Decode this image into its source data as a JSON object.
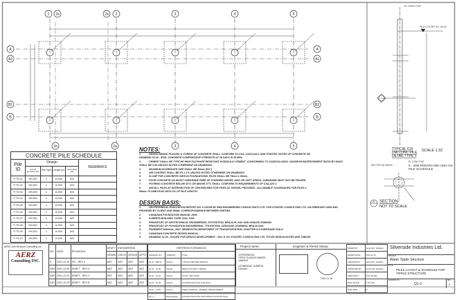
{
  "plan": {
    "top_grid": [
      "1",
      "1b",
      "2a",
      "2",
      "3",
      "4",
      "5"
    ],
    "bottom_grid": [
      "1b",
      "2a",
      "3",
      "4",
      "5"
    ],
    "left_grid": [
      "A",
      "A1",
      "B1",
      "B"
    ],
    "right_grid": [
      "A",
      "A1",
      "B2",
      "B"
    ]
  },
  "detail": {
    "pile_label": "EL CONC PILE",
    "cutoff": "PILE CUTOFF EL. 99.20",
    "typical_title": [
      "TYPICAL 610",
      "DIA CONC PILE",
      "DETAIL TYPE 1"
    ],
    "scale": "SCALE 1:32",
    "section_tag": "A",
    "section_sheet": "-",
    "section_title": "SECTION",
    "section_sub": "NOT TO SCALE",
    "ties": "M10 TIES @ 300mm",
    "rebar": "8 - 20M REBARS MIN UNO ON PILE SCHEDULE",
    "conc_pile": "EL CONC PILE"
  },
  "schedule": {
    "title": "CONCRETE PILE SCHEDULE",
    "headers": {
      "pile_id": "Pile ID",
      "design": "Design",
      "cutoff": "Cut off elevation (m)",
      "type": "Pile Type",
      "length": "Length (m)",
      "grounding": "Grounding pile",
      "remarks": "REMARKS"
    },
    "rows": [
      [
        "P-TS-01",
        "99.200",
        "1",
        "6.000",
        "NO",
        ""
      ],
      [
        "P-TS-02",
        "99.200",
        "1",
        "6.000",
        "NO",
        ""
      ],
      [
        "P-TS-03",
        "99.200",
        "1",
        "6.000",
        "NO",
        ""
      ],
      [
        "P-TS-04",
        "99.200",
        "1",
        "6.000",
        "NO",
        ""
      ],
      [
        "P-TS-05",
        "99.200",
        "1",
        "6.000",
        "NO",
        ""
      ],
      [
        "P-TS-06",
        "99.200",
        "1",
        "6.000",
        "NO",
        ""
      ],
      [
        "P-TS-07",
        "99.200",
        "1",
        "6.000",
        "NO",
        ""
      ],
      [
        "P-TS-08",
        "99.200",
        "1",
        "6.000",
        "NO",
        ""
      ],
      [
        "P-TS-09",
        "99.200",
        "1",
        "6.000",
        "NO",
        ""
      ],
      [
        "P-TS-10",
        "99.200",
        "1",
        "6.000",
        "NO",
        ""
      ]
    ]
  },
  "notes": {
    "title": "NOTES:",
    "items": [
      [
        "1.",
        "DESIGN MIXING PLACING & CURING OF CONCRETE SHALL CONFORM TO CSA -CA23-A23.1 AND STANTEC NOTES OF CONCRETE ON"
      ],
      [
        "",
        "DRAWING S1.00 - IFDD. CONCRETE COMPRESSIVE STRENGTH AT 28 DAYS IS 35 MPa."
      ],
      [
        "2.",
        "CEMENT SHALL BE TYPE HS HIGH SULPHATE RESISTANT HYDRAULIC CEMENT, CONFORMING TO CAN/CSA A3001. MAXIMUM WATER/CEMENT RATIO BY MASS"
      ],
      [
        "",
        "SHALL BE 0.45 UNLESS NOTED OTHERWISE ON DRAWINGS."
      ],
      [
        "3.",
        "MAXIMUM AGGREGATE SIZE SHALL BE 20mm (3/4\")."
      ],
      [
        "4.",
        "AIR CONTENT SHALL BE 6% ± 1% UNLESS NOTED OTHERWISE ON DRAWINGS."
      ],
      [
        "5.",
        "SLUMP FOR CONCRETE USED IN FOUNDATIONS, PILES SHALL BE 75mm ± 25mm."
      ],
      [
        "6.",
        "POUR CONCRETE ON MOIST SUBGRADE FREE OF STANDING WATER, MUD OR SOFT AREAS. SUBGRADE MUST NOT BE FROZEN"
      ],
      [
        "7.",
        "POURING CONCRETE BELOW 10°C OR ABOVE 27°C SHALL CONFORM TO REQUIREMENTS OF CSA-A23.1."
      ],
      [
        "8.",
        "INSTALL PILES AT INTERSECTION OF CENTRELINES FOR PILES AS SHOWN. PROVIDED - ALLOWABLE TOLERANCES FOR PILES ±"
      ],
      [
        "",
        "50mm. PLUMB PILES WITH 2% OF PILE LENGTH."
      ]
    ]
  },
  "design_basis": {
    "title": "DESIGN BASIS:",
    "items": [
      [
        "1.",
        "GEOTECHNICAL EVALUATION REPORT NO. LC01345 BY EBA ENGINEERING CONSULTANTS LTD. FOR STANTEC CONSULTING LTD. ON FEBRUARY 2009 AND"
      ],
      [
        "",
        "PROVIDED BY CLIENT AND EMAIL CORRESPONDENCE BETWEEN PARTIES."
      ],
      [
        "2.",
        "CANADIAN FOUNDATION MANUAL 2006."
      ],
      [
        "3.",
        "ALBERTA BUILDING CODE 2014, 2019."
      ],
      [
        "4.",
        "PRINCIPLES OF GEOTECHNICAL ENGINEERING, 9TH EDITION, BRAJA M. DAS AND KHALED SOBHAN."
      ],
      [
        "5.",
        "PRINCIPLES OF FOUNDATION ENGINEERING, 7TH EDITION, CENGAGE LEARNING, BRAJA DAS."
      ],
      [
        "6.",
        "PAVEMENT MANUAL, 2007, MINNESOTA DEPARTMENT OF TRANSPORTATION, CHAPTER 5-3 SUBGRADE SOILS."
      ],
      [
        "7.",
        "CANADIAN CONCRETE DESIGN MANUAL."
      ],
      [
        "8.",
        "DRAWING S1.00 - ISSUED FOR DESIGN DEVELOPMENT - Rev. D. BY STANTEC CONSULTING LTD. TITLED DESIGN NOTES AND TABLES."
      ]
    ]
  },
  "titleblock": {
    "firm": "AERZ Civil Structure Consulting Inc.",
    "logo_text": [
      "AERZ",
      "Consulting INC."
    ],
    "revisions_headers": {
      "no": "NO.",
      "date": "DATE",
      "revisions": "REVISIONS",
      "draft": "DRAFT",
      "engineering": "ENGINEERING",
      "drawn": "DRAWN",
      "check": "CHECK",
      "design": "DESIGN",
      "appd": "APP'D"
    },
    "revisions": [
      [
        "0",
        "2021-11-15",
        "IFC - REV 0",
        "AEZ",
        "AEZ",
        "AEZ",
        "AEZ"
      ],
      [
        "DR3",
        "2021-11-05",
        "DRAFT - REV D",
        "AEZ",
        "AEZ",
        "AEZ",
        "AEZ"
      ],
      [
        "DR2",
        "2021-11-01",
        "DRAFT - REV C",
        "AEZ",
        "AEZ",
        "AEZ",
        "AEZ"
      ],
      [
        "DR1",
        "2021-10-20",
        "DRAFT - REV B",
        "AEZ",
        "AEZ",
        "AEZ",
        "AEZ"
      ]
    ],
    "reference_title": "REFERENCE DRAWINGS",
    "reference_headers": [
      "DRAWING NO.",
      "COMPANY",
      "TITLE"
    ],
    "references": [
      [
        "S1.00 - REV D",
        "Stantec",
        "TYPICAL FEATURE DETAILS"
      ],
      [
        "S1.01 - S1.05",
        "Stantec",
        "DESIGN NOTES & TABLES"
      ],
      [
        "S1.06 - S1.10",
        "Stantec",
        "PLANS, SECTIONS"
      ],
      [
        "S2.01 - S2.05",
        "Stantec",
        "FOUNDATION PLAN & DETAILS"
      ],
      [
        "S3.01 - S3.05",
        "Stantec",
        "STEEL FRAMING, GENERAL ARRANGEMENT"
      ],
      [
        "16.1.1",
        "Well Strategic",
        "CONVEYOR ROUTE AND TIPPLE LOCATION PLAN"
      ]
    ],
    "project_label": "Project name:",
    "project_lines": [
      "COPPERWOOD",
      "TIPPLE PLAZA AT MINERS",
      "LANDING",
      "",
      "LETHBRIDGE, ALBERTA,",
      "CANADA"
    ],
    "stamp_label": "Engineer & Permit Stamp",
    "stamp_date": "2021-11-16",
    "info": [
      [
        "DRAWN BY",
        "Aerief E.R. Zaghloul"
      ],
      [
        "DRAWN DATE",
        "2021-11-13"
      ],
      [
        "CHECKED BY",
        "Aerief E.R. Zaghloul"
      ],
      [
        "APPROVED BY",
        "Aerief E.R. Zaghloul"
      ],
      [
        "AERZ PROJ.",
        "2021-09-004"
      ],
      [
        "DWG SCALE",
        "1:20 UNO"
      ],
      [
        "DWG SIZE",
        "B"
      ]
    ],
    "client": "Silverside Industries Ltd.",
    "project_field": "PROJECT",
    "project": "Water Tipple Structure",
    "title_field": "TITLE",
    "title": [
      "PILES LAYOUT & SCHEDULE FOR",
      "TIPPLE STRUCTURE"
    ],
    "drawing_field": "DRAWING NO.",
    "drawing_no": "Q1-2",
    "rev_field": "REV",
    "rev": "0"
  }
}
